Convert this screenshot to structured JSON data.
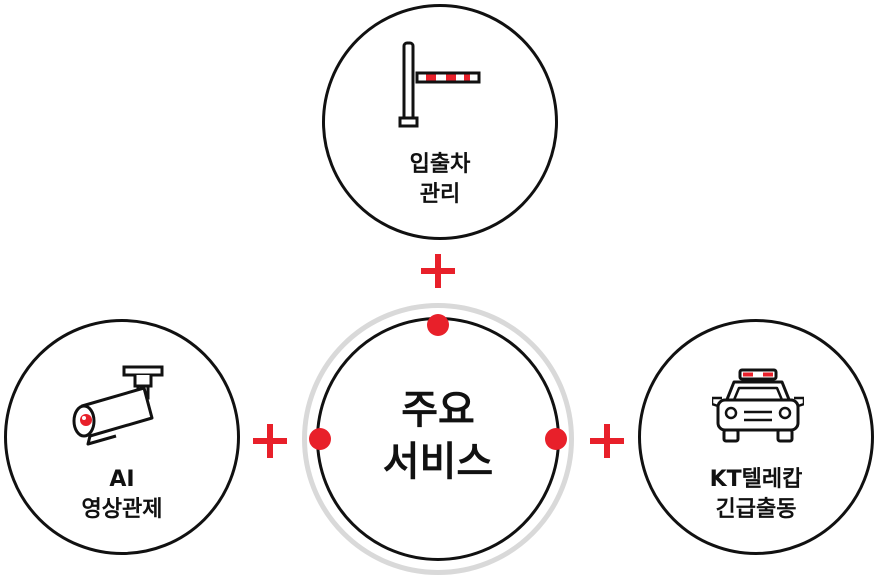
{
  "colors": {
    "accent": "#e8202a",
    "outline": "#111111",
    "ring": "#d9d9d9"
  },
  "center": {
    "line1": "주요",
    "line2": "서비스"
  },
  "services": {
    "top": {
      "icon": "parking-gate-icon",
      "line1": "입출차",
      "line2": "관리"
    },
    "left": {
      "icon": "cctv-camera-icon",
      "line1": "AI",
      "line2": "영상관제"
    },
    "right": {
      "icon": "police-car-icon",
      "line1": "KT텔레캅",
      "line2": "긴급출동"
    }
  }
}
